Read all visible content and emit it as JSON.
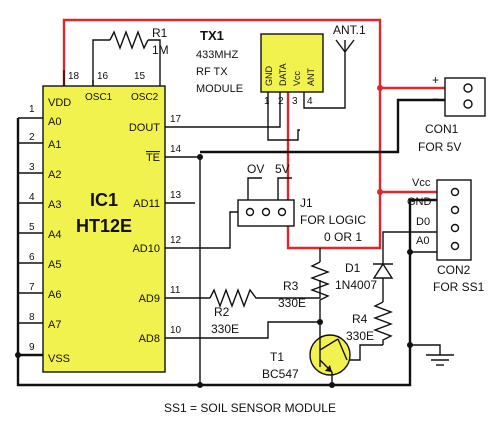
{
  "colors": {
    "ic_fill": "#f2f24e",
    "positive_wire": "#e0262c",
    "ground_wire": "#111111",
    "pin_connector": "#f2f24e"
  },
  "ic1": {
    "designator": "IC1",
    "part": "HT12E",
    "left_pins": [
      {
        "num": "1",
        "label": "VDD"
      },
      {
        "num": "2",
        "label": "A0"
      },
      {
        "num": "3",
        "label": "A1"
      },
      {
        "num": "4",
        "label": "A2"
      },
      {
        "num": "5",
        "label": "A3"
      },
      {
        "num": "6",
        "label": "A4"
      },
      {
        "num": "7",
        "label": "A5"
      },
      {
        "num": "8",
        "label": "A6"
      },
      {
        "num": "9",
        "label": "A7"
      },
      {
        "num": "",
        "label": "VSS"
      }
    ],
    "top_pins": [
      {
        "num": "18",
        "label": ""
      },
      {
        "num": "16",
        "label": "OSC1"
      },
      {
        "num": "15",
        "label": "OSC2"
      }
    ],
    "right_pins": [
      {
        "num": "17",
        "label": "DOUT"
      },
      {
        "num": "14",
        "label": "TE"
      },
      {
        "num": "13",
        "label": "AD11"
      },
      {
        "num": "12",
        "label": "AD10"
      },
      {
        "num": "11",
        "label": "AD9"
      },
      {
        "num": "10",
        "label": "AD8"
      }
    ]
  },
  "tx1": {
    "designator": "TX1",
    "line1": "433MHZ",
    "line2": "RF TX",
    "line3": "MODULE",
    "pins": [
      {
        "num": "1",
        "label": "GND"
      },
      {
        "num": "2",
        "label": "DATA"
      },
      {
        "num": "3",
        "label": "Vcc"
      },
      {
        "num": "4",
        "label": "ANT"
      }
    ],
    "antenna": "ANT.1"
  },
  "r1": {
    "designator": "R1",
    "value": "1M"
  },
  "r2": {
    "designator": "R2",
    "value": "330E"
  },
  "r3": {
    "designator": "R3",
    "value": "330E"
  },
  "r4": {
    "designator": "R4",
    "value": "330E"
  },
  "d1": {
    "designator": "D1",
    "value": "1N4007"
  },
  "t1": {
    "designator": "T1",
    "value": "BC547"
  },
  "j1": {
    "designator": "J1",
    "desc1": "FOR LOGIC",
    "desc2": "0 OR 1",
    "label_ov": "OV",
    "label_5v": "5V"
  },
  "con1": {
    "designator": "CON1",
    "desc": "FOR 5V",
    "plus": "+",
    "minus": "−"
  },
  "con2": {
    "designator": "CON2",
    "desc": "FOR SS1",
    "pins": [
      "Vcc",
      "GND",
      "D0",
      "A0"
    ]
  },
  "footnote": "SS1 = SOIL SENSOR MODULE"
}
